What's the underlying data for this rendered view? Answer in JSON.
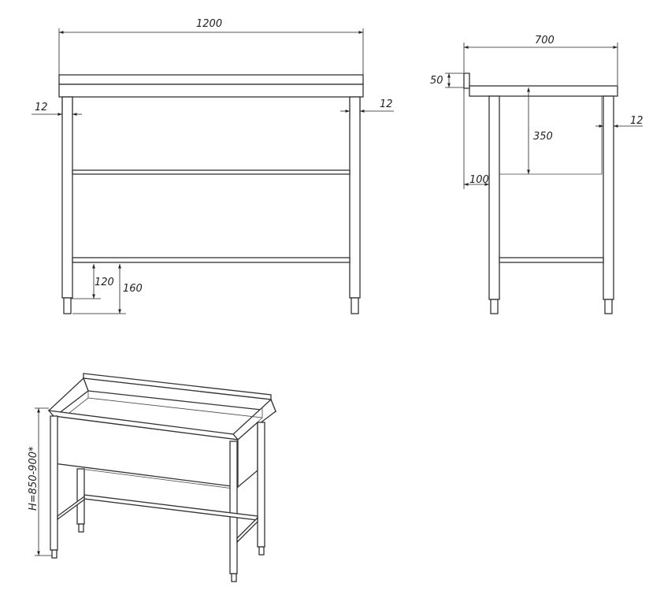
{
  "front_view": {
    "width_label": "1200",
    "left_leg_label": "12",
    "right_leg_label": "12",
    "foot_label": "120",
    "bottom_shelf_label": "160"
  },
  "side_view": {
    "depth_label": "700",
    "backsplash_label": "50",
    "basin_depth_label": "350",
    "leg_label": "12",
    "offset_label": "100"
  },
  "iso_view": {
    "height_label": "H=850-900*"
  }
}
